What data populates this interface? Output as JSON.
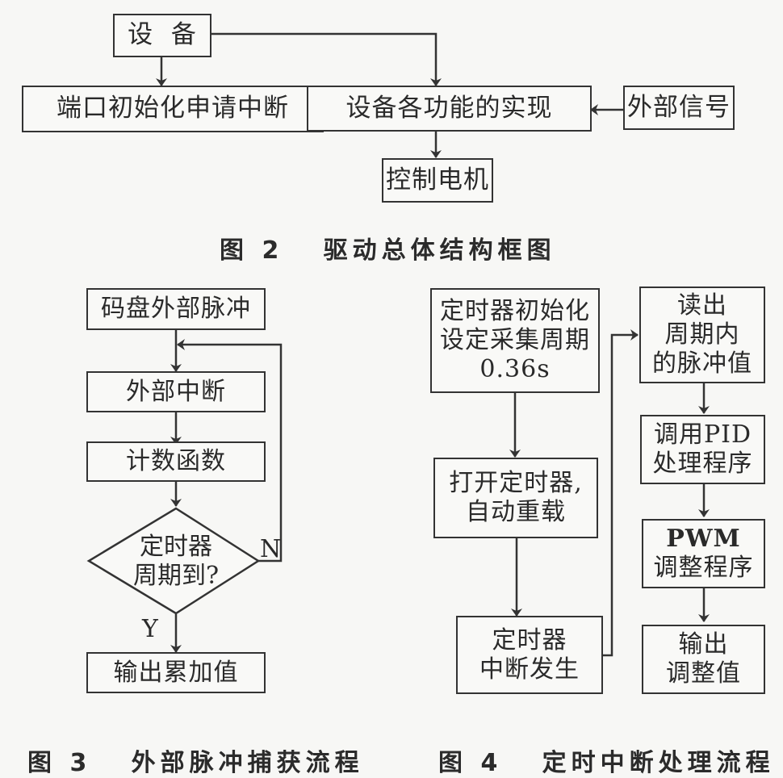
{
  "figure2": {
    "caption": "图 2   驱动总体结构框图",
    "nodes": {
      "device": "设  备",
      "port_init": "端口初始化申请中断",
      "device_functions": "设备各功能的实现",
      "external_signal": "外部信号",
      "control_motor": "控制电机"
    },
    "edges": [
      {
        "from": "device",
        "to": "port_init"
      },
      {
        "from": "device",
        "to": "device_functions"
      },
      {
        "from": "external_signal",
        "to": "device_functions"
      },
      {
        "from": "device_functions",
        "to": "control_motor"
      }
    ]
  },
  "figure3": {
    "caption": "图 3   外部脉冲捕获流程",
    "nodes": {
      "encoder_pulse": "码盘外部脉冲",
      "external_interrupt": "外部中断",
      "count_function": "计数函数",
      "decision_line1": "定时器",
      "decision_line2": "周期到?",
      "output_accumulated": "输出累加值"
    },
    "labels": {
      "no": "N",
      "yes": "Y"
    }
  },
  "figure4": {
    "caption": "图 4   定时中断处理流程",
    "nodes": {
      "timer_init_line1": "定时器初始化",
      "timer_init_line2": "设定采集周期",
      "timer_init_line3": "0.36s",
      "open_timer_line1": "打开定时器,",
      "open_timer_line2": "自动重载",
      "timer_interrupt_line1": "定时器",
      "timer_interrupt_line2": "中断发生",
      "read_pulse_line1": "读出",
      "read_pulse_line2": "周期内",
      "read_pulse_line3": "的脉冲值",
      "call_pid_line1": "调用PID",
      "call_pid_line2": "处理程序",
      "pwm_line1": "PWM",
      "pwm_line2": "调整程序",
      "output_adjust_line1": "输出",
      "output_adjust_line2": "调整值"
    }
  }
}
